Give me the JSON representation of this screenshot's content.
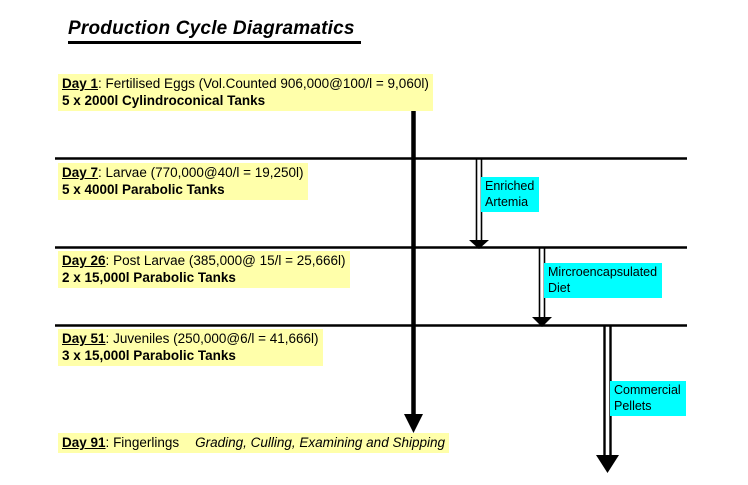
{
  "title": "Production Cycle Diagramatics",
  "stages": [
    {
      "day": "Day 1",
      "sep": ": ",
      "desc": "Fertilised Eggs (Vol.Counted 906,000@100/l = 9,060l)",
      "tanks": "5 x 2000l Cylindroconical Tanks"
    },
    {
      "day": "Day 7",
      "sep": ": ",
      "desc": "Larvae (770,000@40/l = 19,250l)",
      "tanks": "5 x 4000l Parabolic Tanks"
    },
    {
      "day": "Day 26",
      "sep": ": ",
      "desc": "Post Larvae (385,000@ 15/l = 25,666l)",
      "tanks": "2 x 15,000l Parabolic Tanks"
    },
    {
      "day": "Day 51",
      "sep": ": ",
      "desc": "Juveniles (250,000@6/l = 41,666l)",
      "tanks": "3 x 15,000l Parabolic Tanks"
    },
    {
      "day": "Day 91",
      "sep": ": ",
      "desc": "Fingerlings",
      "note": "Grading, Culling, Examining and Shipping"
    }
  ],
  "feeds": [
    {
      "line1": "Enriched",
      "line2": "Artemia"
    },
    {
      "line1": "Mircroencapsulated",
      "line2": "Diet"
    },
    {
      "line1": "Commercial",
      "line2": "Pellets"
    }
  ],
  "colors": {
    "highlight": "#ffffaa",
    "feed": "#00ffff",
    "line": "#000000",
    "background": "#ffffff"
  }
}
